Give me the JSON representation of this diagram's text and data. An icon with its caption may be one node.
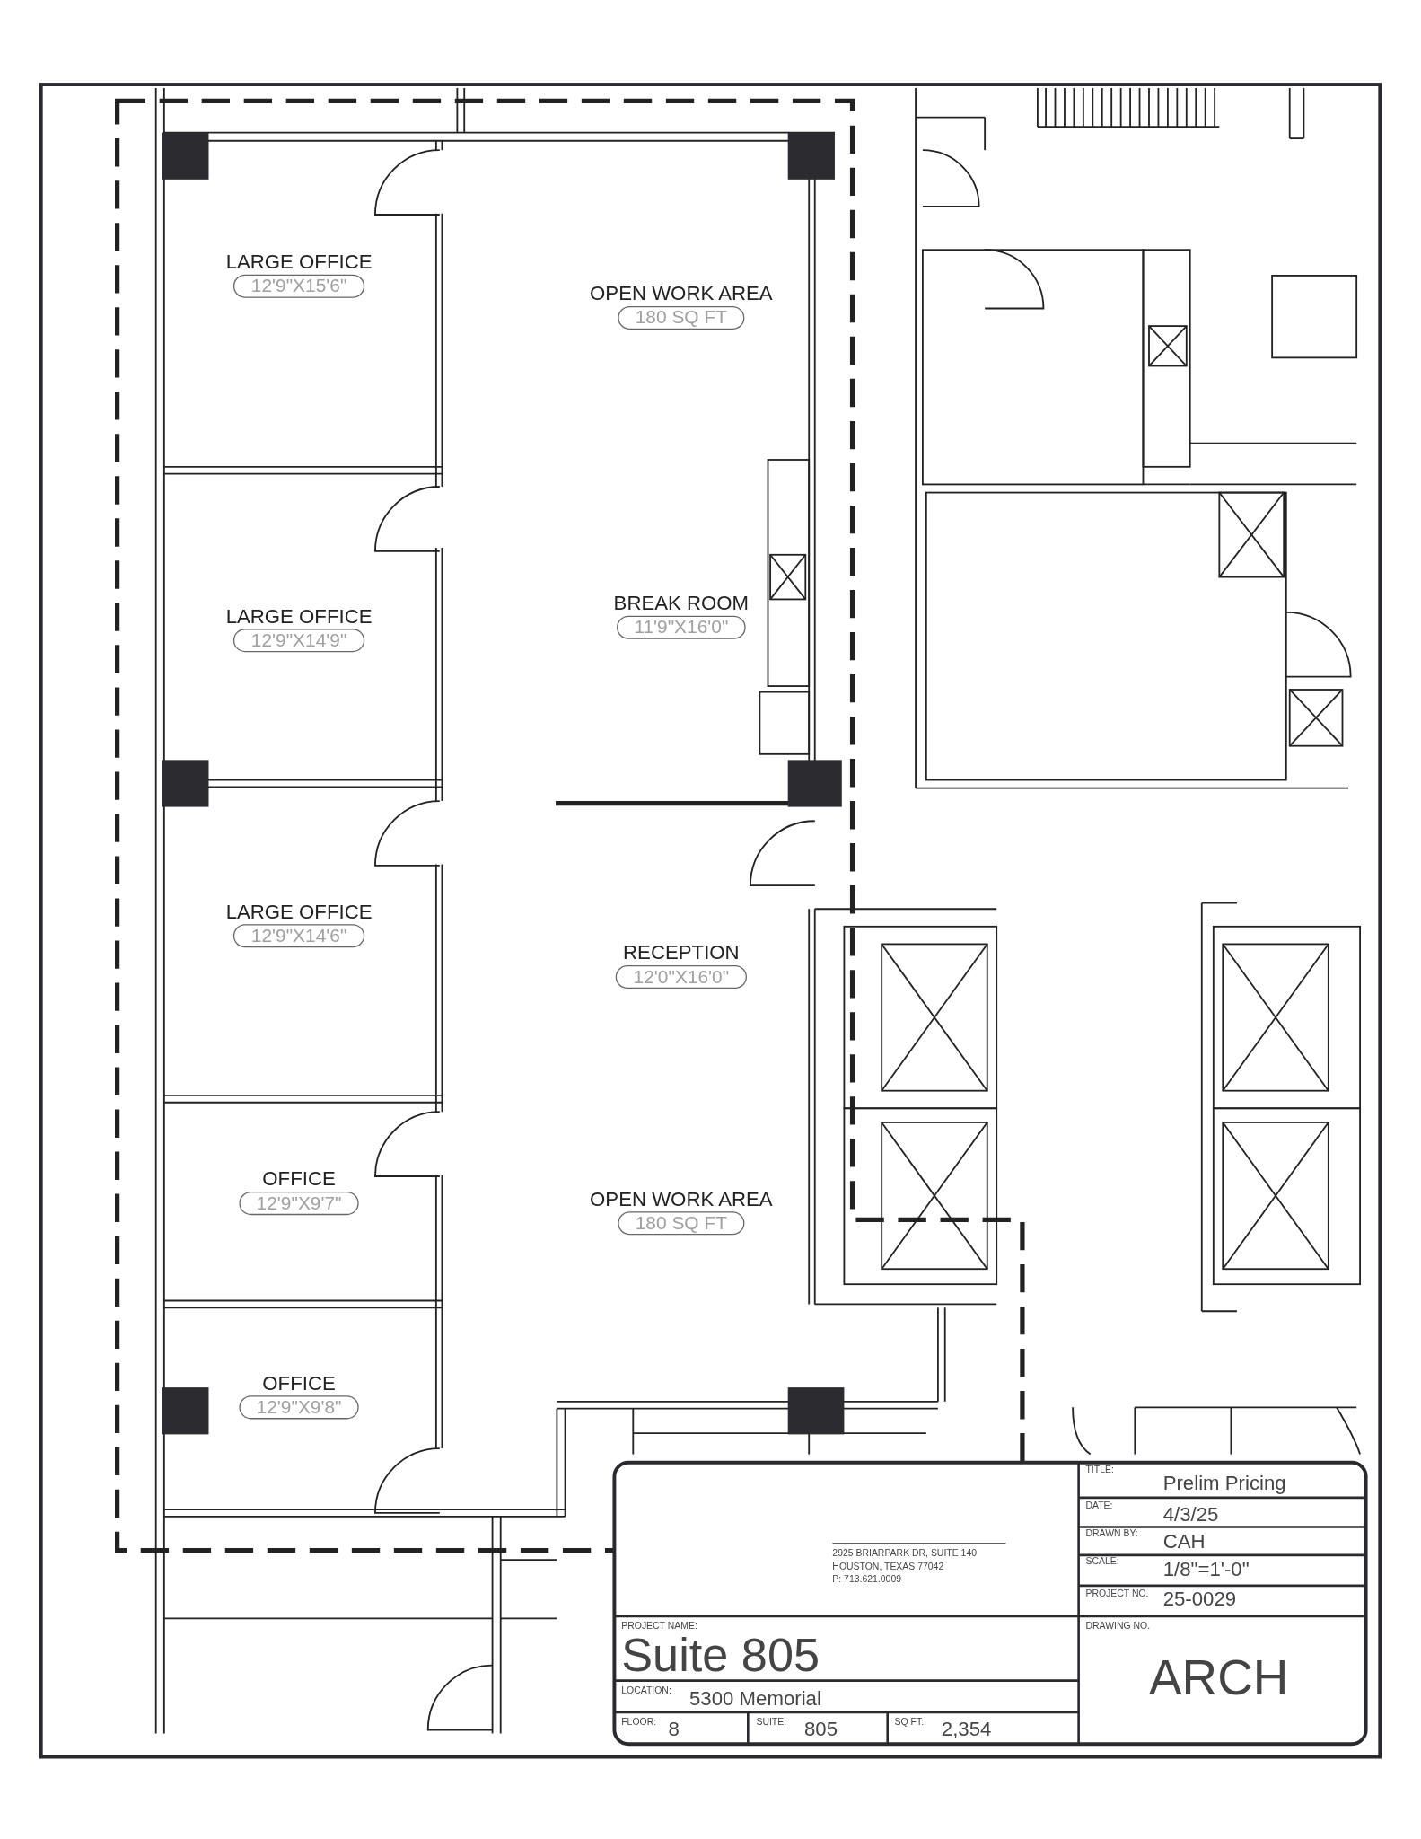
{
  "diagram": {
    "nodes": [
      {
        "text": [
          "LARGE OFFICE",
          "12'9\"X15'6\""
        ]
      },
      {
        "text": [
          "OPEN WORK AREA",
          "180 SQ FT"
        ]
      },
      {
        "text": [
          "BREAK ROOM",
          "11'9\"X16'0\""
        ]
      },
      {
        "text": [
          "LARGE OFFICE",
          "12'9\"X14'9\""
        ]
      },
      {
        "text": [
          "LARGE OFFICE",
          "12'9\"X14'6\""
        ]
      },
      {
        "text": [
          "RECEPTION",
          "12'0\"X16'0\""
        ]
      },
      {
        "text": [
          "OFFICE",
          "12'9\"X9'7\""
        ]
      },
      {
        "text": [
          "OPEN WORK AREA",
          "180 SQ FT"
        ]
      },
      {
        "text": [
          "OFFICE",
          "12'9\"X9'8\""
        ]
      }
    ],
    "labels": [
      "2925 BRIARPARK DR, SUITE 140",
      "HOUSTON, TEXAS 77042",
      "P: 713.621.0009",
      "TITLE:",
      "Prelim Pricing",
      "DATE:",
      "4/3/25",
      "DRAWN BY:",
      "CAH",
      "SCALE:",
      "1/8\"=1'-0\"",
      "PROJECT NO.",
      "25-0029",
      "PROJECT NAME:",
      "Suite 805",
      "DRAWING NO.",
      "ARCH",
      "LOCATION:",
      "5300 Memorial",
      "FLOOR:",
      "8",
      "SUITE:",
      "805",
      "SQ FT:",
      "2,354"
    ]
  }
}
